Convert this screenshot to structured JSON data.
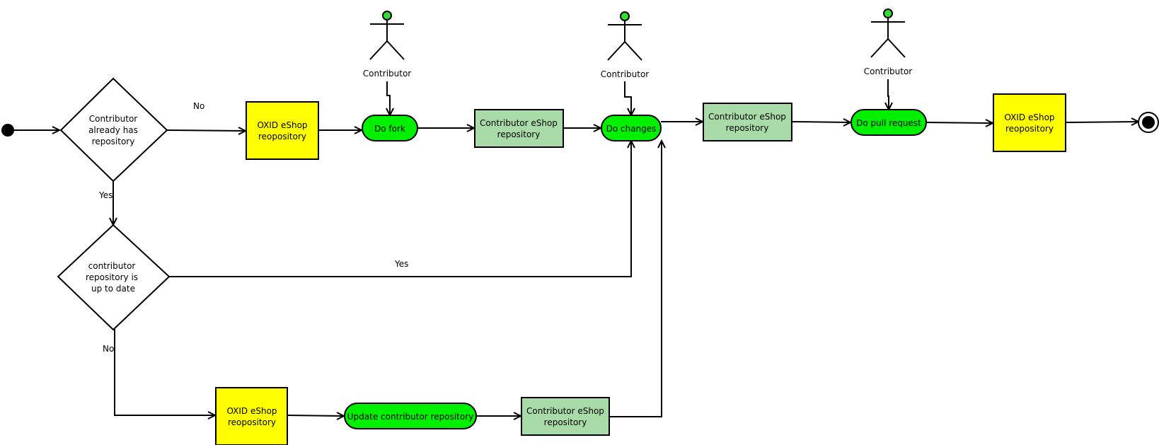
{
  "colors": {
    "object_yellow": "#ffff00",
    "object_green": "#a8dba8",
    "action_green": "#00f000",
    "actor_head": "#33dd33",
    "stroke": "#000000"
  },
  "nodes": {
    "decision_has_repo": [
      "Contributor",
      "already has",
      "repository"
    ],
    "decision_up_to_date": [
      "contributor",
      "repository is",
      "up to date"
    ],
    "oxid_repo_1": [
      "OXID eShop",
      "reopository"
    ],
    "oxid_repo_2": [
      "OXID eShop",
      "reopository"
    ],
    "oxid_repo_3": [
      "OXID eShop",
      "reopository"
    ],
    "do_fork": "Do fork",
    "do_changes": "Do changes",
    "do_pull_request": "Do pull request",
    "update_contributor_repo": "Update contributor repository",
    "contrib_repo_1": [
      "Contributor eShop",
      "repository"
    ],
    "contrib_repo_2": [
      "Contributor eShop",
      "repository"
    ],
    "contrib_repo_3": [
      "Contributor eShop",
      "repository"
    ]
  },
  "actors": {
    "actor_1": "Contributor",
    "actor_2": "Contributor",
    "actor_3": "Contributor"
  },
  "edge_labels": {
    "no_top": "No",
    "yes_down": "Yes",
    "yes_long": "Yes",
    "no_down": "No"
  }
}
